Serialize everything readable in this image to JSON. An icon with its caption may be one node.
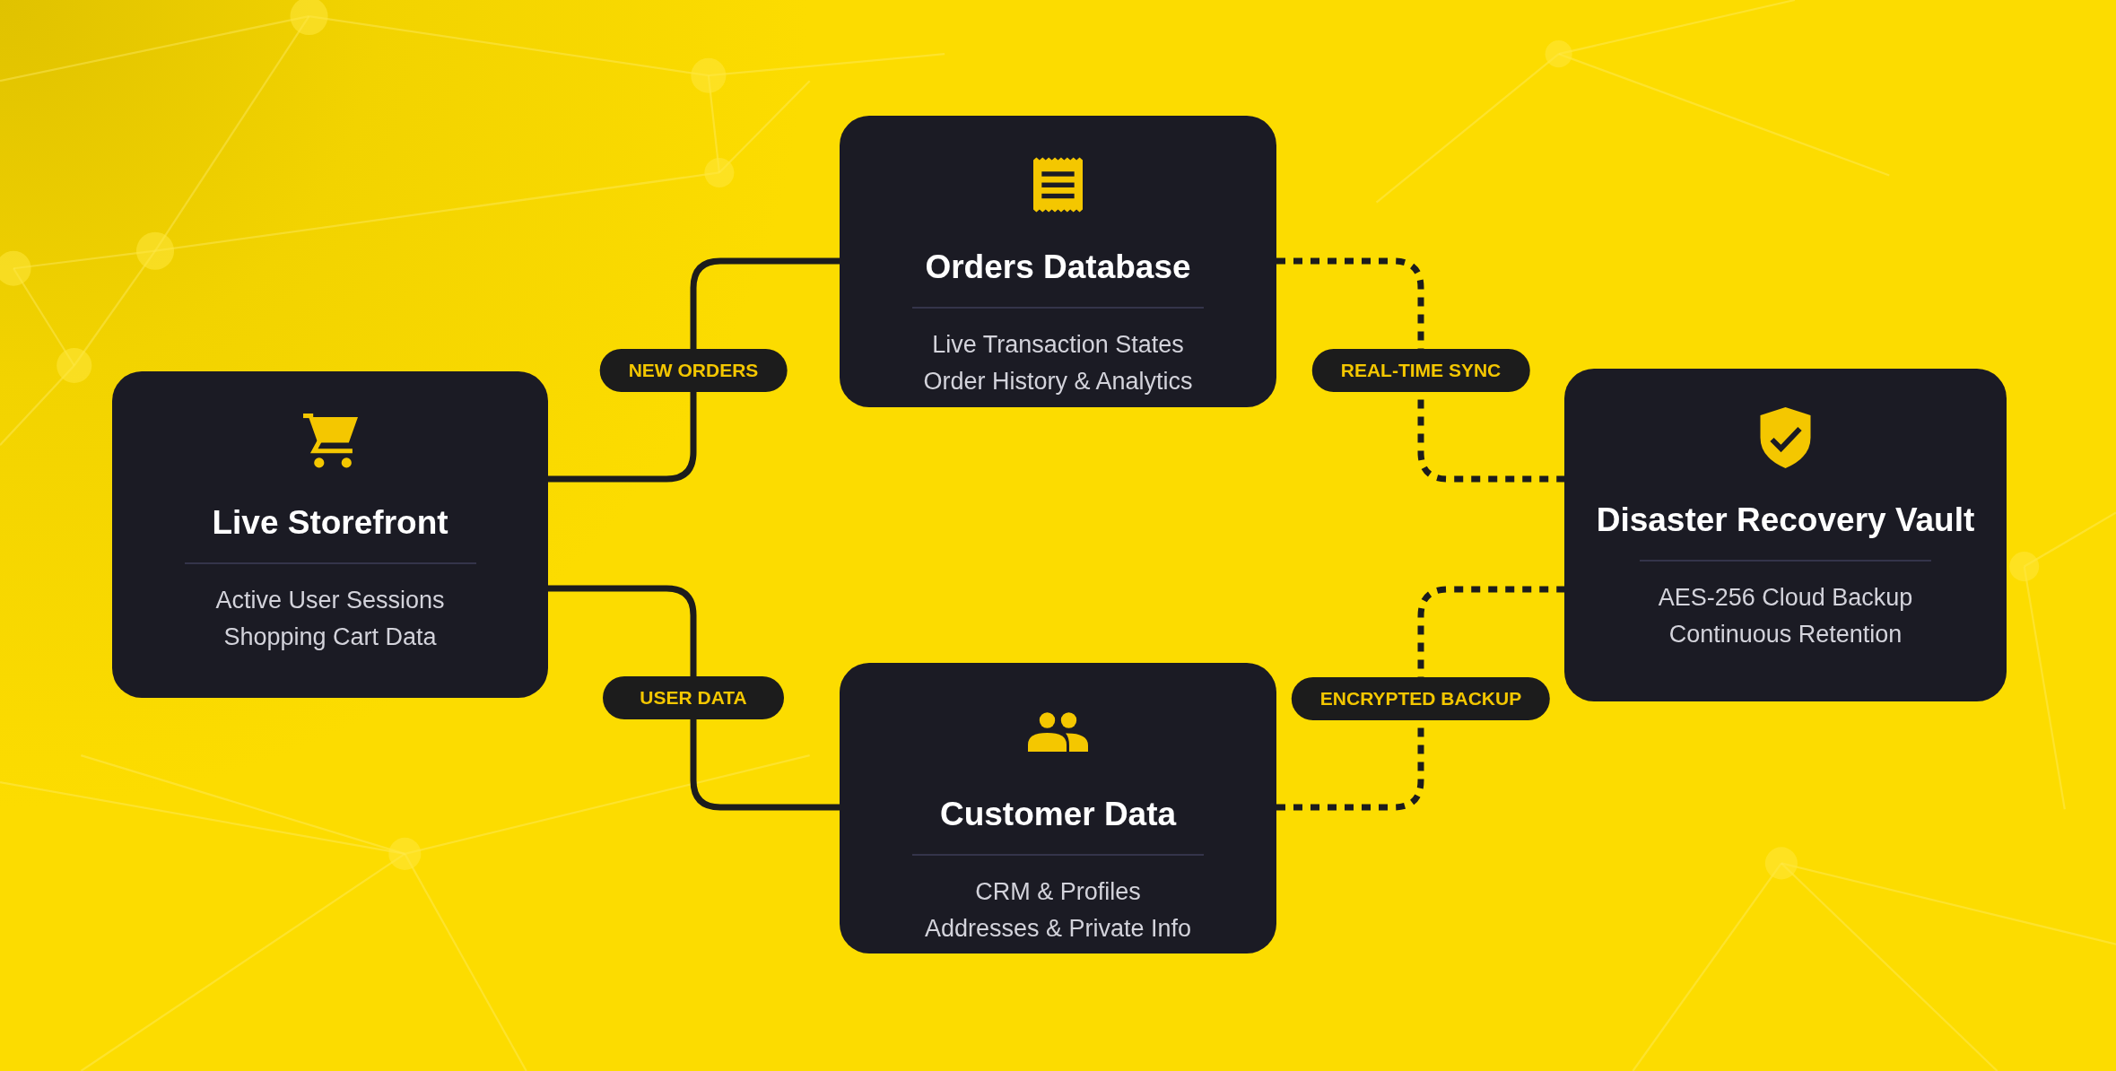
{
  "diagram": {
    "nodes": [
      {
        "text": [
          "Live Storefront",
          "Active User Sessions",
          "Shopping Cart Data"
        ]
      },
      {
        "text": [
          "Orders Database",
          "Live Transaction States",
          "Order History & Analytics"
        ]
      },
      {
        "text": [
          "Customer Data",
          "CRM & Profiles",
          "Addresses & Private Info"
        ]
      },
      {
        "text": [
          "Disaster Recovery Vault",
          "AES-256 Cloud Backup",
          "Continuous Retention"
        ]
      }
    ],
    "edges": [
      {
        "from": 0,
        "to": 1,
        "arrow": "none",
        "label": "NEW ORDERS"
      },
      {
        "from": 0,
        "to": 2,
        "arrow": "none",
        "label": "USER DATA"
      },
      {
        "from": 1,
        "to": 3,
        "arrow": "none",
        "label": "REAL-TIME SYNC",
        "style": "dashed"
      },
      {
        "from": 2,
        "to": 3,
        "arrow": "none",
        "label": "ENCRYPTED BACKUP",
        "style": "dashed"
      }
    ]
  }
}
